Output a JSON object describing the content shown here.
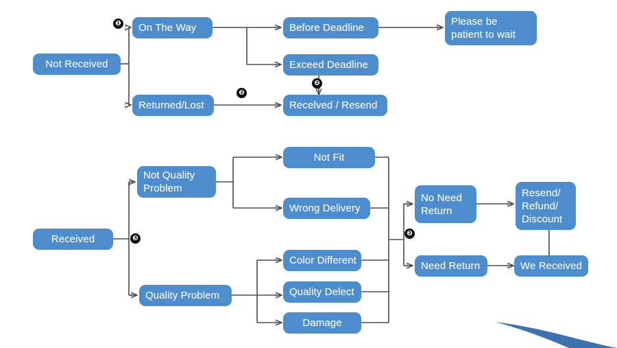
{
  "diagram": {
    "title": "Order Status Handling Flowchart",
    "accent_color": "#4d8dcd",
    "line_color": "#4a4a4a",
    "text_color": "#ffffff",
    "marker_color": "#0b0b0b",
    "decor_color": "#3d72ae"
  },
  "sections": {
    "not_received": {
      "root": "Not   Received",
      "branch_marker": "❶",
      "resend_marker_top": "❷",
      "resend_marker_row": "❷"
    },
    "received": {
      "root": "Received",
      "branch_marker": "❸",
      "return_marker": "❷"
    }
  },
  "nodes": {
    "not_received": {
      "label": "Not   Received"
    },
    "on_the_way": {
      "label": "On The Way"
    },
    "returned_lost": {
      "label": "Returned/Lost"
    },
    "before_deadline": {
      "label": "Before Deadline"
    },
    "exceed_deadline": {
      "label": "Exceed Deadline"
    },
    "received_resend": {
      "label": "Recelved / Resend"
    },
    "please_be_patient": {
      "label": "Please be\npatient to wait"
    },
    "received": {
      "label": "Received"
    },
    "not_quality_problem": {
      "label": "Not   Quality\nProblem"
    },
    "quality_problem": {
      "label": "Quality Problem"
    },
    "not_fit": {
      "label": "Not Fit"
    },
    "wrong_delivery": {
      "label": "Wrong Delivery"
    },
    "color_different": {
      "label": "Color Different"
    },
    "quality_defect": {
      "label": "Quality Delect"
    },
    "damage": {
      "label": "Damage"
    },
    "no_need_return": {
      "label": "No Need\nReturn"
    },
    "need_return": {
      "label": "Need Return"
    },
    "resend_refund_discount": {
      "label": "Resend/\nRefund/\nDiscount"
    },
    "we_received": {
      "label": "We Received"
    }
  },
  "markers": {
    "m1": "❶",
    "m2_top": "❷",
    "m2_row": "❷",
    "m3": "❸",
    "m2_return": "❷"
  }
}
